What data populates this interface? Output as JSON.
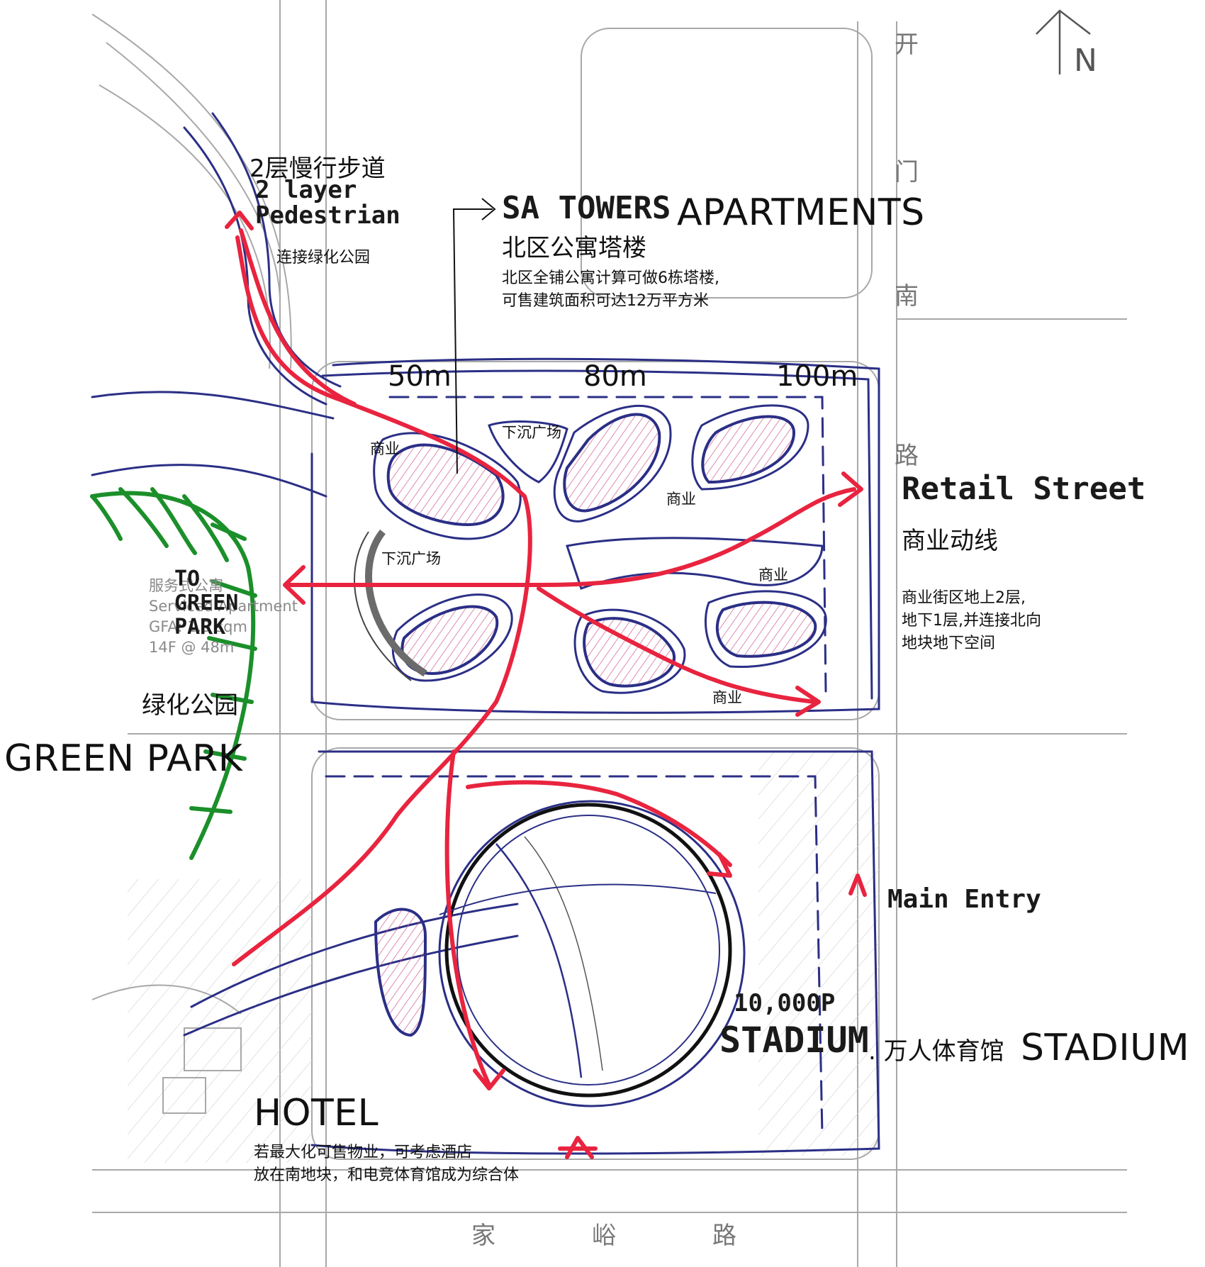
{
  "north": {
    "letter": "N"
  },
  "road_east": [
    "开",
    "门",
    "南",
    "路"
  ],
  "road_south": [
    "家",
    "峪",
    "路"
  ],
  "labels": {
    "pedestrian_cn": "2层慢行步道",
    "pedestrian_en": "2 layer Pedestrian",
    "pedestrian_note": "连接绿化公园",
    "towers_en": "SA TOWERS",
    "apartments": "APARTMENTS",
    "towers_cn": "北区公寓塔楼",
    "towers_note": "北区全铺公寓计算可做6栋塔楼,\n可售建筑面积可达12万平方米",
    "dim_50": "50m",
    "dim_80": "80m",
    "dim_100": "100m",
    "sunken_1": "下沉广场",
    "sunken_2": "下沉广场",
    "commercial_1": "商业",
    "commercial_2": "商业",
    "commercial_3": "商业",
    "commercial_4": "商业",
    "retail_en": "Retail Street",
    "retail_cn": "商业动线",
    "retail_note": "商业街区地上2层,\n地下1层,并连接北向\n地块地下空间",
    "to_green_park": "TO GREEN PARK",
    "service_apt_lines": [
      "服务式公寓",
      "Serviced Apartment",
      "GFA: 1.9 sqm",
      "14F @ 48m"
    ],
    "green_park_cn": "绿化公园",
    "green_park_en": "GREEN PARK",
    "main_entry": "Main Entry",
    "capacity": "10,000P",
    "stadium_hand": "STADIUM",
    "stadium_cn": ". 万人体育馆",
    "stadium_en": "STADIUM",
    "hotel": "HOTEL",
    "hotel_note": "若最大化可售物业，可考虑酒店\n放在南地块，和电竞体育馆成为综合体"
  },
  "colors": {
    "ink_blue": "#2b2f86",
    "route_red": "#e8243f",
    "green": "#1b8f2a",
    "pink": "#e7a6c6",
    "grid_grey": "#9a9a9a"
  }
}
